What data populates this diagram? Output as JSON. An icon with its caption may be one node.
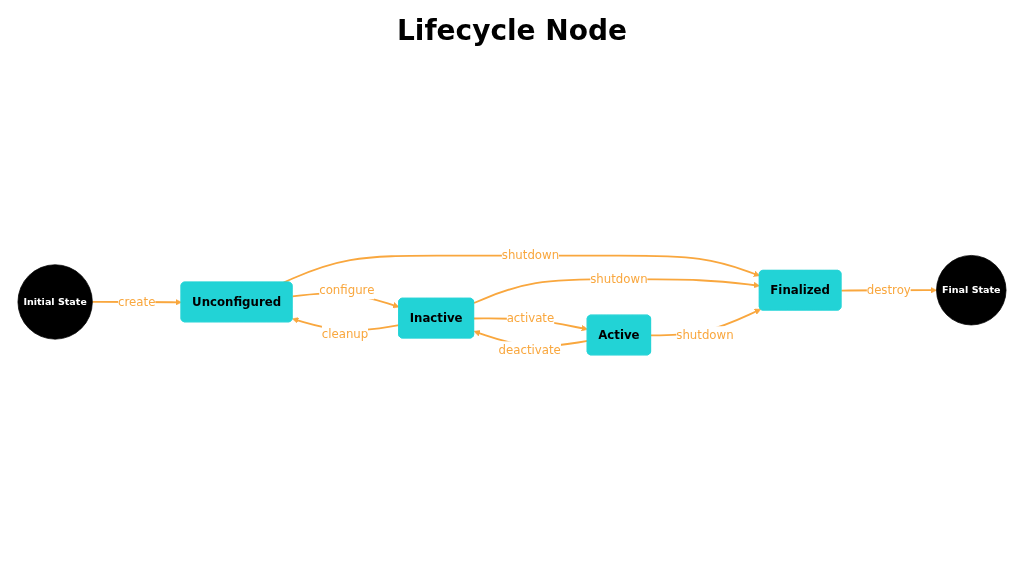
{
  "diagram": {
    "title": "Lifecycle Node",
    "nodes": [
      {
        "text": [
          "Initial State"
        ]
      },
      {
        "text": [
          "Unconfigured"
        ]
      },
      {
        "text": [
          "Inactive"
        ]
      },
      {
        "text": [
          "Finalized"
        ]
      },
      {
        "text": [
          "Active"
        ]
      },
      {
        "text": [
          "Final State"
        ]
      }
    ],
    "edges": [
      {
        "from": 0,
        "to": 1,
        "arrow": "to",
        "label": "create"
      },
      {
        "from": 1,
        "to": 2,
        "arrow": "to",
        "label": "configure"
      },
      {
        "from": 2,
        "to": 1,
        "arrow": "to",
        "label": "cleanup"
      },
      {
        "from": 1,
        "to": 3,
        "arrow": "to",
        "label": "shutdown"
      },
      {
        "from": 2,
        "to": 3,
        "arrow": "to",
        "label": "shutdown"
      },
      {
        "from": 2,
        "to": 4,
        "arrow": "to",
        "label": "activate"
      },
      {
        "from": 4,
        "to": 2,
        "arrow": "to",
        "label": "deactivate"
      },
      {
        "from": 4,
        "to": 3,
        "arrow": "to",
        "label": "shutdown"
      },
      {
        "from": 3,
        "to": 5,
        "arrow": "to",
        "label": "destroy"
      }
    ]
  }
}
